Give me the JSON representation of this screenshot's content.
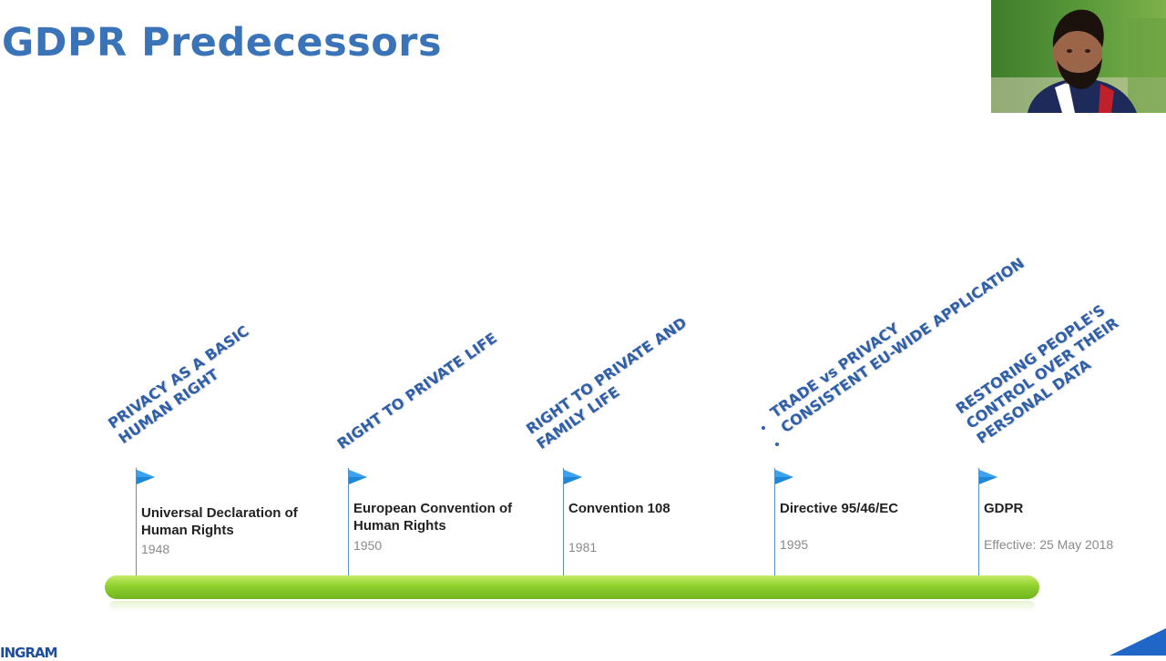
{
  "slide": {
    "title": "GDPR Predecessors",
    "logo_text": "INGRAM"
  },
  "milestones": [
    {
      "name": "Universal Declaration of Human Rights",
      "date": "1948",
      "theme": [
        "PRIVACY AS A BASIC",
        "HUMAN RIGHT"
      ]
    },
    {
      "name": "European Convention of Human Rights",
      "date": "1950",
      "theme": [
        "RIGHT TO PRIVATE LIFE"
      ]
    },
    {
      "name": "Convention 108",
      "date": "1981",
      "theme": [
        "RIGHT TO PRIVATE AND",
        "FAMILY LIFE"
      ]
    },
    {
      "name": "Directive 95/46/EC",
      "date": "1995",
      "theme": [
        "TRADE vs PRIVACY",
        "CONSISTENT EU-WIDE APPLICATION"
      ]
    },
    {
      "name": "GDPR",
      "date": "Effective: 25 May 2018",
      "theme": [
        "RESTORING PEOPLE'S",
        "CONTROL OVER THEIR",
        "PERSONAL DATA"
      ]
    }
  ],
  "colors": {
    "title": "#3a73b8",
    "theme_text": "#2f5fa6",
    "timeline": "#8fd02e",
    "flag": "#1e88d8"
  }
}
